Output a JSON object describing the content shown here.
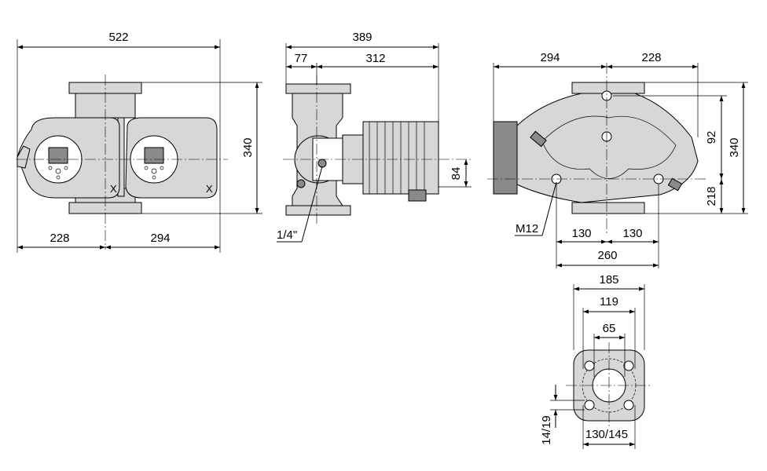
{
  "dimensions": {
    "front_width": "522",
    "front_left": "228",
    "front_right": "294",
    "front_height": "340",
    "side_total": "389",
    "side_left": "77",
    "side_motor": "312",
    "side_axis": "84",
    "side_thread": "1/4\"",
    "back_left": "294",
    "back_right": "228",
    "back_upper": "92",
    "back_lower": "218",
    "back_height": "340",
    "back_bolt_thread": "M12",
    "back_bolt_left": "130",
    "back_bolt_right": "130",
    "back_bolt_total": "260",
    "flange_outer": "185",
    "flange_mid": "119",
    "flange_inner": "65",
    "flange_hole": "14/19",
    "flange_bolt_circle": "130/145"
  }
}
